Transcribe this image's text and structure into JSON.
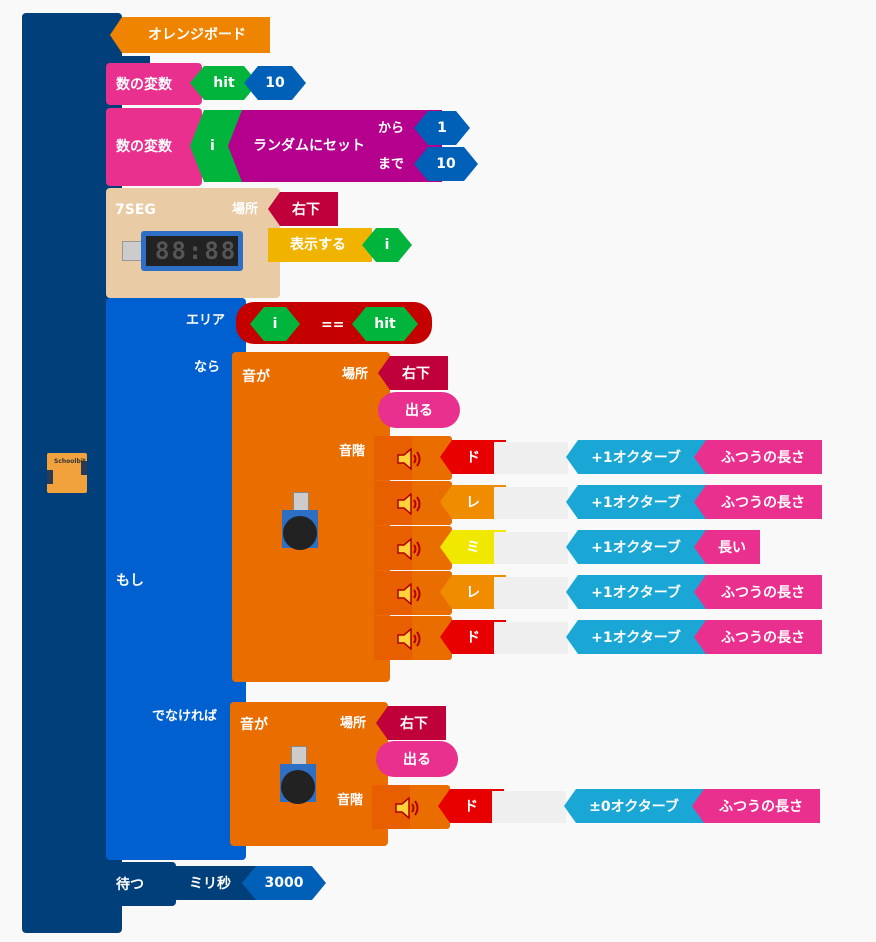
{
  "board": {
    "label": "オレンジボード",
    "icon": "orange-board-icon",
    "color": "#ee8400"
  },
  "var1": {
    "label": "数の変数",
    "name": "hit",
    "value": "10"
  },
  "var2": {
    "label": "数の変数",
    "name": "i",
    "op": "ランダムにセット",
    "from_label": "から",
    "from": "1",
    "to_label": "まで",
    "to": "10"
  },
  "seg": {
    "label": "7SEG",
    "place_label": "場所",
    "place": "右下",
    "show_label": "表示する",
    "value": "i",
    "display_text": "88:88"
  },
  "ifblock": {
    "if_label": "もし",
    "area_label": "エリア",
    "then_label": "なら",
    "else_label": "でなければ",
    "cond": {
      "left": "i",
      "op": "==",
      "right": "hit"
    }
  },
  "sound_then": {
    "label": "音が",
    "place_label": "場所",
    "place": "右下",
    "action": "出る",
    "scale_label": "音階",
    "notes": [
      {
        "note": "ド",
        "octave": "+1オクターブ",
        "length": "ふつうの長さ",
        "color": "#e80000"
      },
      {
        "note": "レ",
        "octave": "+1オクターブ",
        "length": "ふつうの長さ",
        "color": "#f08c00"
      },
      {
        "note": "ミ",
        "octave": "+1オクターブ",
        "length": "長い",
        "color": "#f0e800"
      },
      {
        "note": "レ",
        "octave": "+1オクターブ",
        "length": "ふつうの長さ",
        "color": "#f08c00"
      },
      {
        "note": "ド",
        "octave": "+1オクターブ",
        "length": "ふつうの長さ",
        "color": "#e80000"
      }
    ]
  },
  "sound_else": {
    "label": "音が",
    "place_label": "場所",
    "place": "右下",
    "action": "出る",
    "scale_label": "音階",
    "notes": [
      {
        "note": "ド",
        "octave": "±0オクターブ",
        "length": "ふつうの長さ",
        "color": "#e80000"
      }
    ]
  },
  "wait": {
    "label": "待つ",
    "unit": "ミリ秒",
    "value": "3000"
  },
  "main_board_text": "Schoolbit"
}
